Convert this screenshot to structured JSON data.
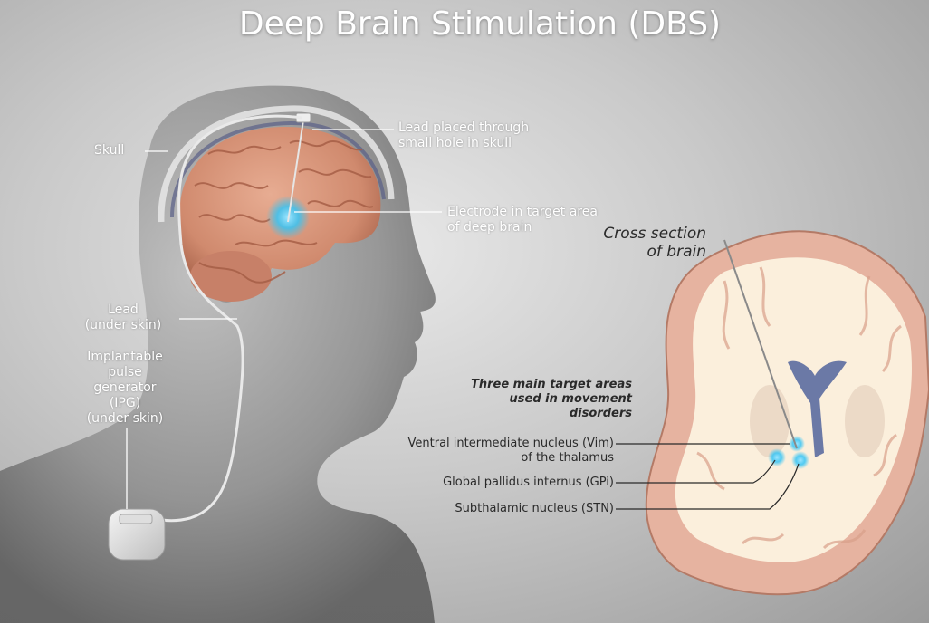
{
  "title": "Deep Brain Stimulation (DBS)",
  "labels": {
    "skull": "Skull",
    "lead_hole": [
      "Lead placed through",
      "small hole in skull"
    ],
    "electrode": [
      "Electrode in target area",
      "of deep brain"
    ],
    "lead_skin": [
      "Lead",
      "(under skin)"
    ],
    "ipg": [
      "Implantable",
      "pulse",
      "generator",
      "(IPG)",
      "(under skin)"
    ],
    "cross_section": [
      "Cross section",
      "of brain"
    ],
    "targets_heading": [
      "Three main target areas",
      "used in movement",
      "disorders"
    ],
    "vim": [
      "Ventral intermediate nucleus (Vim)",
      "of the thalamus"
    ],
    "gpi": "Global pallidus internus (GPi)",
    "stn": "Subthalamic nucleus (STN)"
  },
  "colors": {
    "brain": "#d9957a",
    "brain_fold": "#b46a52",
    "cross_section_gray": "#e6b3a0",
    "cross_section_white": "#fbefdc",
    "ventricle": "#6b79a6",
    "stimulation": "#36c4f5",
    "leader_line": "#ffffff"
  }
}
